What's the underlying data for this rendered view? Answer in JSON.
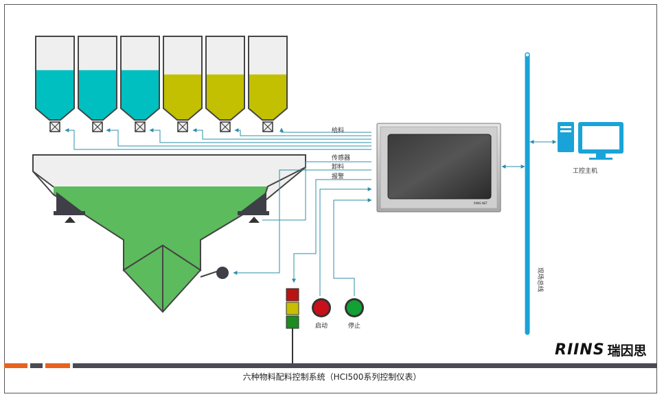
{
  "labels": {
    "feed": "给料",
    "sensor": "传感器",
    "discharge": "卸料",
    "alarm": "报警",
    "start": "启动",
    "stop": "停止",
    "fieldbus": "现场总线",
    "host_pc": "工控主机",
    "panel_brand": "RIINS NET"
  },
  "brand": {
    "logo_text": "RIINS",
    "name_cn": "瑞因思"
  },
  "caption": "六种物料配料控制系统（HCI500系列控制仪表）",
  "colors": {
    "material_a": "#00bfc0",
    "material_b": "#c2c000",
    "hopper_fill": "#5cbb5c",
    "line": "#2a8fa8",
    "bus": "#1aa3d8",
    "footer_orange": "#e8621e",
    "footer_dark": "#4a4a55"
  },
  "silos": [
    {
      "material": "material_a",
      "fill_level": 0.53
    },
    {
      "material": "material_a",
      "fill_level": 0.53
    },
    {
      "material": "material_a",
      "fill_level": 0.53
    },
    {
      "material": "material_b",
      "fill_level": 0.47
    },
    {
      "material": "material_b",
      "fill_level": 0.47
    },
    {
      "material": "material_b",
      "fill_level": 0.47
    }
  ]
}
